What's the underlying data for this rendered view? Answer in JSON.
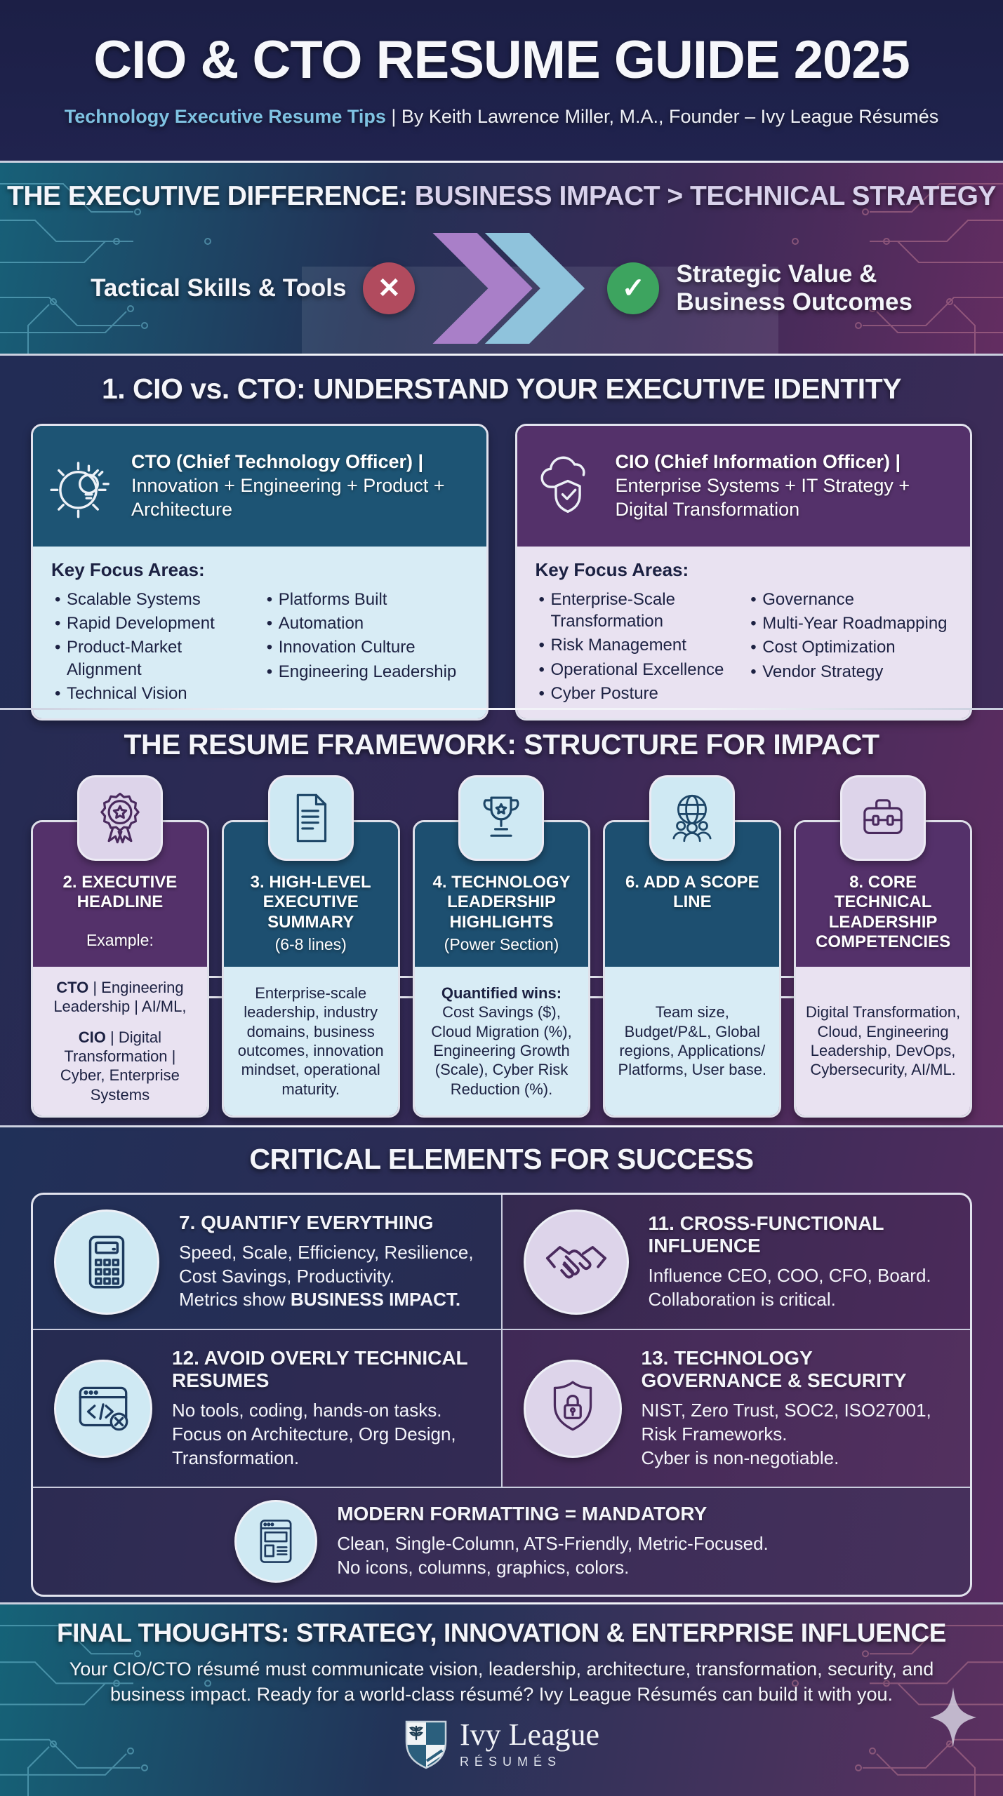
{
  "header": {
    "title": "CIO & CTO RESUME GUIDE 2025",
    "subtitle_highlight": "Technology Executive Resume Tips",
    "subtitle_rest": " | By Keith Lawrence Miller, M.A., Founder – Ivy League Résumés"
  },
  "banner": {
    "heading_white": "THE EXECUTIVE DIFFERENCE: ",
    "heading_accent": "BUSINESS IMPACT > TECHNICAL STRATEGY",
    "left_label": "Tactical Skills & Tools",
    "x_glyph": "✕",
    "check_glyph": "✓",
    "right_label_line1": "Strategic Value &",
    "right_label_line2": "Business Outcomes"
  },
  "identity": {
    "heading": "1. CIO vs. CTO: UNDERSTAND YOUR EXECUTIVE IDENTITY",
    "cto": {
      "title_bold": "CTO (Chief Technology Officer) |",
      "title_rest": " Innovation + Engineering + Product + Architecture",
      "focus_label": "Key Focus Areas:",
      "col1": [
        "Scalable Systems",
        "Rapid Development",
        "Product-Market Alignment",
        "Technical Vision"
      ],
      "col2": [
        "Platforms Built",
        "Automation",
        "Innovation Culture",
        "Engineering Leadership"
      ]
    },
    "cio": {
      "title_bold": "CIO (Chief Information Officer) |",
      "title_rest": " Enterprise Systems + IT Strategy + Digital Transformation",
      "focus_label": "Key Focus Areas:",
      "col1": [
        "Enterprise-Scale Transformation",
        "Risk Management",
        "Operational Excellence",
        "Cyber Posture"
      ],
      "col2": [
        "Governance",
        "Multi-Year Roadmapping",
        "Cost Optimization",
        "Vendor Strategy"
      ]
    }
  },
  "framework": {
    "heading": "THE RESUME FRAMEWORK: STRUCTURE FOR IMPACT",
    "cards": [
      {
        "title": "2. EXECUTIVE HEADLINE",
        "subtitle": "Example:",
        "p1_bold": "CTO",
        "p1_rest": " | Engineering Leadership | AI/ML,",
        "p2_bold": "CIO",
        "p2_rest": " | Digital Transformation | Cyber, Enterprise Systems"
      },
      {
        "title": "3. HIGH-LEVEL EXECUTIVE SUMMARY",
        "subtitle": "(6-8 lines)",
        "body": "Enterprise-scale leadership, industry domains, business outcomes, innovation mindset, operational maturity."
      },
      {
        "title": "4. TECHNOLOGY LEADERSHIP HIGHLIGHTS",
        "subtitle": "(Power Section)",
        "body_bold": "Quantified wins:",
        "body": "Cost Savings ($), Cloud Migration (%), Engineering Growth (Scale), Cyber Risk Reduction (%)."
      },
      {
        "title": "6. ADD A SCOPE LINE",
        "body": "Team size, Budget/P&L, Global regions, Applications/ Platforms, User base."
      },
      {
        "title": "8. CORE TECHNICAL LEADERSHIP COMPETENCIES",
        "body": "Digital Transformation, Cloud, Engineering Leadership, DevOps, Cybersecurity, AI/ML."
      }
    ]
  },
  "critical": {
    "heading": "CRITICAL ELEMENTS FOR SUCCESS",
    "items": [
      {
        "title": "7. QUANTIFY EVERYTHING",
        "line1": "Speed, Scale, Efficiency, Resilience,",
        "line2": "Cost Savings, Productivity.",
        "line3_prefix": "Metrics show ",
        "line3_bold": "BUSINESS IMPACT."
      },
      {
        "title": "11. CROSS-FUNCTIONAL INFLUENCE",
        "line1": "Influence CEO, COO, CFO, Board.",
        "line2": "Collaboration is critical."
      },
      {
        "title": "12. AVOID OVERLY TECHNICAL RESUMES",
        "line1": "No tools, coding, hands-on tasks.",
        "line2": "Focus on Architecture, Org Design,",
        "line3": "Transformation."
      },
      {
        "title": "13. TECHNOLOGY GOVERNANCE & SECURITY",
        "line1": "NIST, Zero Trust, SOC2, ISO27001,",
        "line2": "Risk Frameworks.",
        "line3": "Cyber is non-negotiable."
      },
      {
        "title": "MODERN FORMATTING = MANDATORY",
        "line1": "Clean, Single-Column, ATS-Friendly, Metric-Focused.",
        "line2": "No icons, columns, graphics, colors."
      }
    ]
  },
  "footer": {
    "heading": "FINAL THOUGHTS: STRATEGY, INNOVATION & ENTERPRISE INFLUENCE",
    "paragraph": "Your CIO/CTO résumé must communicate vision, leadership, architecture, transformation, security, and business impact. Ready for a world-class résumé? Ivy League Résumés can build it with you.",
    "logo_name": "Ivy League",
    "logo_sub": "RÉSUMÉS"
  },
  "icons": {
    "cto": "gear-lightbulb-icon",
    "cio": "cloud-shield-icon",
    "framework": [
      "award-ribbon-icon",
      "document-icon",
      "trophy-icon",
      "globe-team-icon",
      "briefcase-icon"
    ],
    "critical": [
      "calculator-icon",
      "handshake-icon",
      "code-window-x-icon",
      "shield-lock-icon",
      "doc-layout-icon"
    ],
    "footer": [
      "ivy-league-shield-logo",
      "sparkle-icon"
    ]
  },
  "colors": {
    "accent_blue": "#7fc2e2",
    "accent_lavender": "#d9d2ec",
    "teal_header": "#1d5474",
    "purple_header": "#54316a",
    "light_blue_panel": "#d8ecf5",
    "lavender_panel": "#e9e2f1",
    "red_x": "#b14b5e",
    "green_check": "#3da45f",
    "arrow_purple": "#a97fc8",
    "arrow_blue": "#8fc3dc"
  }
}
